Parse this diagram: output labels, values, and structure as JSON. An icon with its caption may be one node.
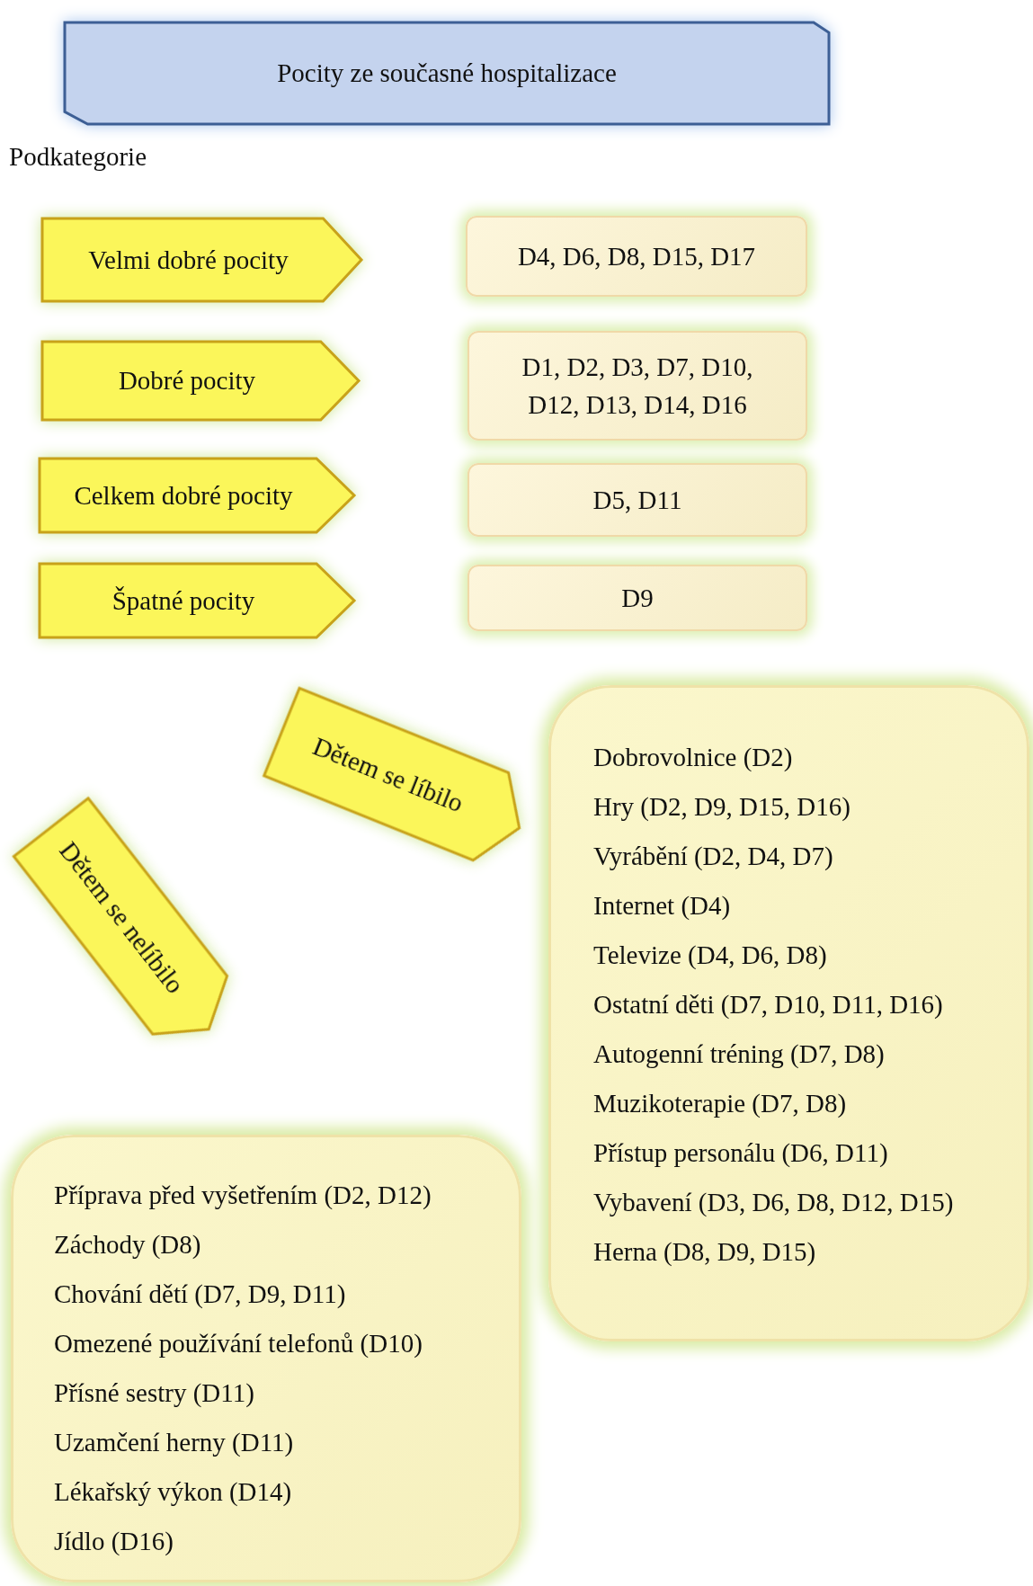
{
  "diagram": {
    "nodes": [
      {
        "text": [
          "Pocity ze současné hospitalizace"
        ]
      },
      {
        "text": [
          "Velmi dobré pocity"
        ]
      },
      {
        "text": [
          "D4, D6, D8, D15, D17"
        ]
      },
      {
        "text": [
          "Dobré pocity"
        ]
      },
      {
        "text": [
          "D1, D2, D3, D7, D10, D12, D13, D14, D16"
        ]
      },
      {
        "text": [
          "Celkem dobré pocity"
        ]
      },
      {
        "text": [
          "D5, D11"
        ]
      },
      {
        "text": [
          "Špatné pocity"
        ]
      },
      {
        "text": [
          "D9"
        ]
      },
      {
        "text": [
          "Dětem se líbilo"
        ]
      },
      {
        "text": [
          "Dětem se nelíbilo"
        ]
      },
      {
        "text": [
          "Dobrovolnice (D2)",
          "Hry (D2, D9, D15, D16)",
          "Vyrábění (D2, D4, D7)",
          "Internet (D4)",
          "Televize (D4, D6, D8)",
          "Ostatní děti (D7, D10, D11, D16)",
          "Autogenní tréning (D7, D8)",
          "Muzikoterapie (D7, D8)",
          "Přístup personálu (D6, D11)",
          "Vybavení (D3, D6, D8, D12, D15)",
          "Herna (D8, D9, D15)"
        ]
      },
      {
        "text": [
          "Příprava před vyšetřením (D2, D12)",
          "Záchody (D8)",
          "Chování dětí (D7, D9, D11)",
          "Omezené používání telefonů (D10)",
          "Přísné sestry (D11)",
          "Uzamčení herny (D11)",
          "Lékařský výkon (D14)",
          "Jídlo (D16)"
        ]
      }
    ],
    "labels": [
      "Podkategorie"
    ]
  }
}
